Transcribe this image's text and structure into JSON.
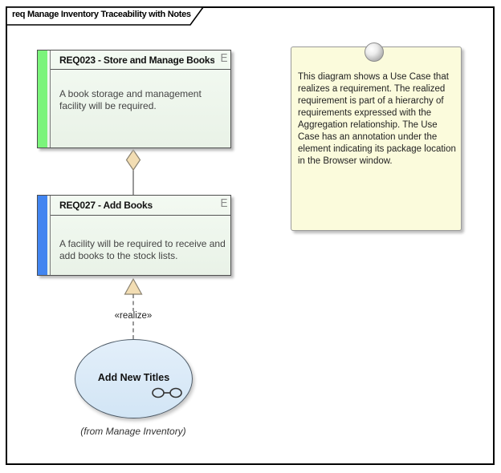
{
  "diagram": {
    "frame_label": "req Manage Inventory Traceability with Notes",
    "requirements": [
      {
        "id": "REQ023",
        "title": "REQ023 - Store and Manage Books",
        "description": "A book storage and management facility will be required.",
        "stripe_color": "#7bf47b",
        "type_icon": "E"
      },
      {
        "id": "REQ027",
        "title": "REQ027 - Add Books",
        "description": "A facility will be required to receive and add books to the stock lists.",
        "stripe_color": "#4285f0",
        "type_icon": "E"
      }
    ],
    "note": {
      "text": "This diagram shows a Use Case that realizes a requirement. The realized requirement is part of a hierarchy of requirements expressed with the Aggregation relationship. The Use Case has an annotation under the element indicating its package location in the Browser window."
    },
    "use_case": {
      "label": "Add New Titles",
      "annotation": "(from Manage Inventory)"
    },
    "connectors": {
      "realize_label": "«realize»",
      "aggregation_target": "REQ023",
      "realize_target": "REQ027"
    },
    "icons": {
      "note_pin": "pushpin-sphere-icon",
      "use_case_link": "glasses-icon",
      "requirement_type": "letter-E-icon"
    },
    "colors": {
      "req_fill": "#ecf4ea",
      "req_stripe_green": "#7bf47b",
      "req_stripe_blue": "#4285f0",
      "note_fill": "#fbfbdc",
      "usecase_fill": "#dcebf8",
      "connector_fill_tan": "#f2ddb3",
      "line": "#555555"
    }
  }
}
